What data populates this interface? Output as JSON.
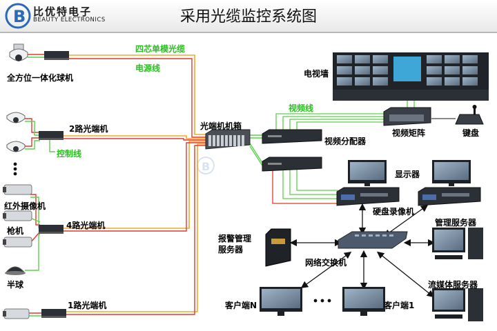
{
  "header": {
    "title": "采用光缆监控系统图",
    "logo": {
      "cn": "比优特电子",
      "en": "BEAUTY ELECTRONICS"
    }
  },
  "labels": {
    "ptz_dome": "全方位一体化球机",
    "optic_2ch": "2路光端机",
    "control_line": "控制线",
    "ir_camera": "红外摄像机",
    "bullet_camera": "枪机",
    "optic_4ch": "4路光端机",
    "half_dome": "半球",
    "optic_1ch": "1路光端机",
    "four_core_fiber": "四芯单模光缆",
    "power_line": "电源线",
    "optic_chassis": "光端机机箱",
    "video_line": "视频线",
    "video_distributor": "视频分配器",
    "tv_wall": "电视墙",
    "video_matrix": "视频矩阵",
    "keyboard": "键盘",
    "monitor": "显示器",
    "dvr": "硬盘录像机",
    "mgmt_server": "管理服务器",
    "alarm_server": "报警管理\n服务器",
    "network_switch": "网络交换机",
    "streaming_server": "流媒体服务器",
    "client_n": "客户端N",
    "client_1": "客户端1"
  },
  "colors": {
    "fiber": "#f0a830",
    "power": "#e03a2a",
    "video": "#5bd14a",
    "label_green": "#27c21e",
    "logo_blue": "#2a68b8"
  },
  "icons": {
    "logo": "b-logo-icon",
    "dome_camera": "dome-camera-icon",
    "bullet_camera": "bullet-camera-icon",
    "half_dome": "half-dome-icon",
    "optical_transceiver": "optical-transceiver-icon",
    "rack_chassis": "rack-chassis-icon",
    "monitor": "monitor-icon",
    "dvr": "dvr-icon",
    "switch": "network-switch-icon",
    "server": "server-tower-icon",
    "workstation": "workstation-icon",
    "matrix": "video-matrix-icon",
    "keyboard": "ptz-keyboard-icon"
  }
}
